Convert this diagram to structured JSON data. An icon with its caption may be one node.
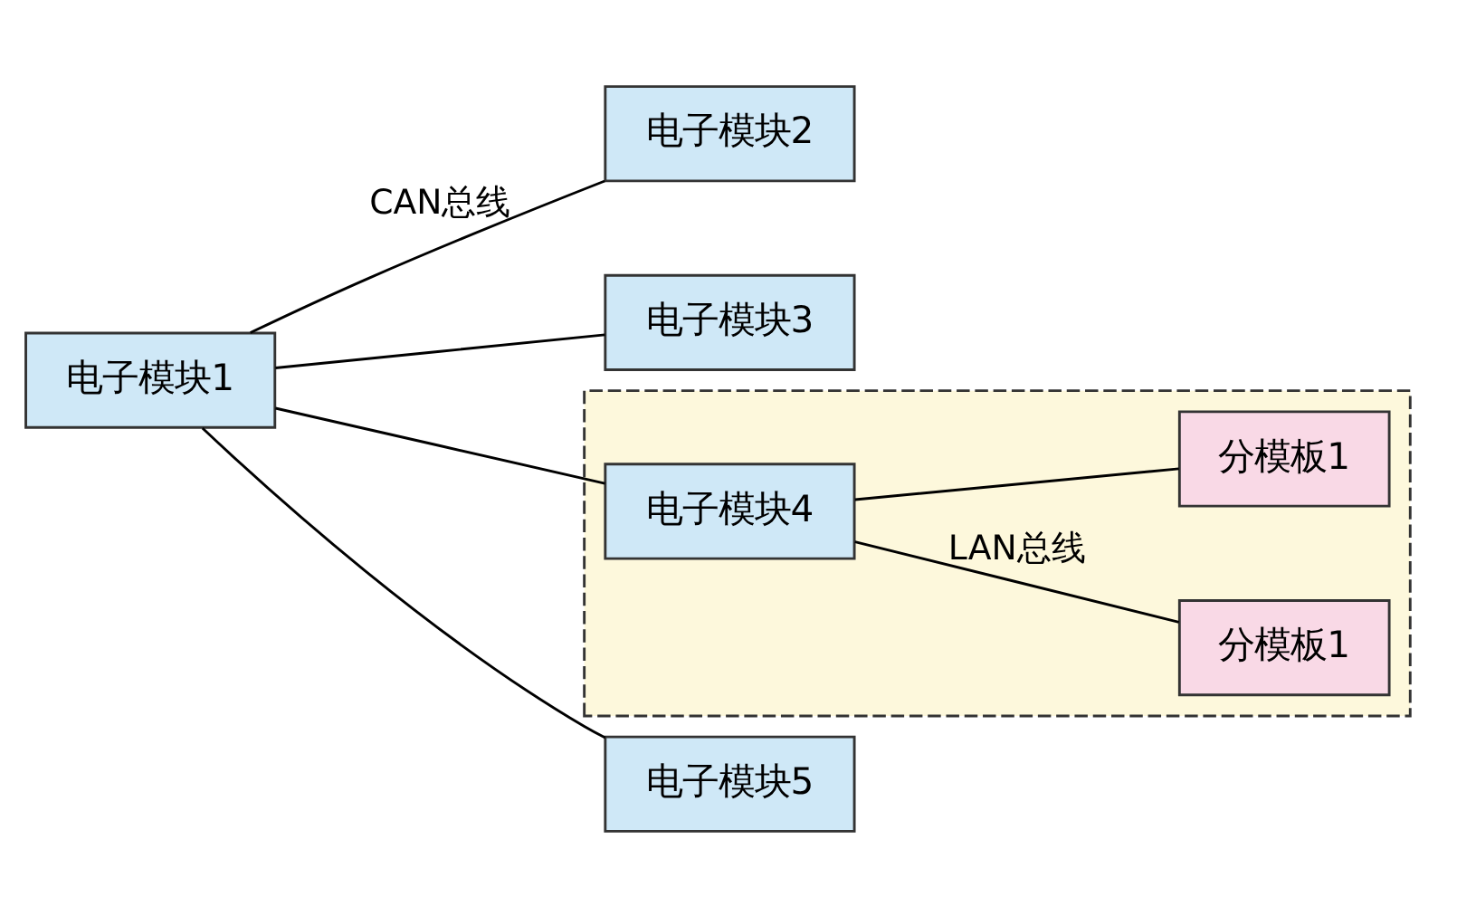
{
  "diagram": {
    "nodes": [
      {
        "text": [
          "电子模块1"
        ]
      },
      {
        "text": [
          "电子模块2"
        ]
      },
      {
        "text": [
          "电子模块3"
        ]
      },
      {
        "text": [],
        "shape": "box"
      },
      {
        "text": [
          "电子模块4"
        ],
        "in": 3
      },
      {
        "text": [
          "分模板1"
        ],
        "in": 3
      },
      {
        "text": [
          "分模板1"
        ],
        "in": 3
      },
      {
        "text": [
          "电子模块5"
        ]
      }
    ],
    "edges": [
      {
        "from": 0,
        "to": 1,
        "arrow": "none",
        "label": "CAN总线"
      },
      {
        "from": 0,
        "to": 2,
        "arrow": "none"
      },
      {
        "from": 0,
        "to": 4,
        "arrow": "none"
      },
      {
        "from": 0,
        "to": 7,
        "arrow": "none"
      },
      {
        "from": 4,
        "to": 5,
        "arrow": "none",
        "label": "LAN总线"
      },
      {
        "from": 4,
        "to": 6,
        "arrow": "none"
      }
    ]
  }
}
